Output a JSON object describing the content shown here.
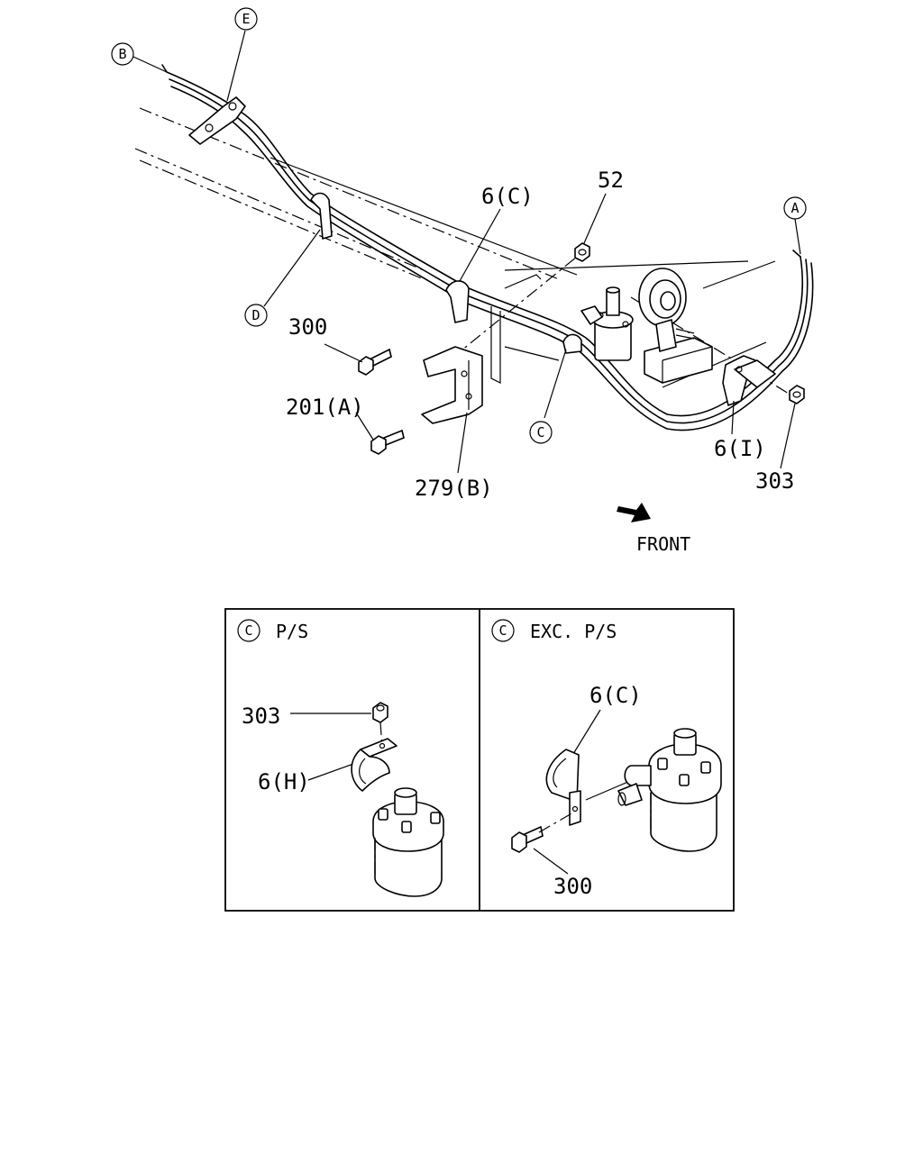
{
  "callouts": {
    "a": "A",
    "b": "B",
    "c": "C",
    "d": "D",
    "e": "E"
  },
  "main_labels": {
    "part_52": "52",
    "part_6c": "6(C)",
    "part_300": "300",
    "part_201a": "201(A)",
    "part_279b": "279(B)",
    "part_6i": "6(I)",
    "part_303": "303"
  },
  "front_label": "FRONT",
  "detail_left": {
    "callout": "C",
    "title": "P/S",
    "part_303": "303",
    "part_6h": "6(H)"
  },
  "detail_right": {
    "callout": "C",
    "title": "EXC.  P/S",
    "part_6c": "6(C)",
    "part_300": "300"
  },
  "icons": {
    "front_arrow": "arrow-right-down-icon"
  }
}
